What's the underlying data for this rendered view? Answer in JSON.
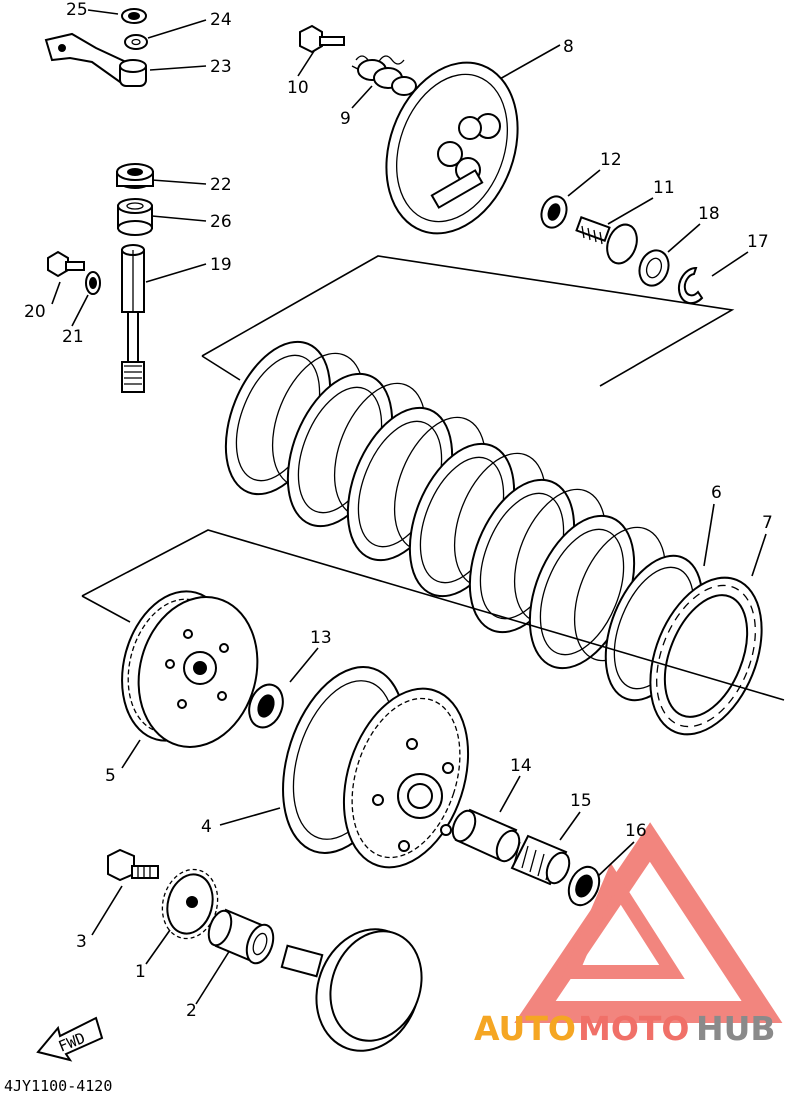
{
  "diagram": {
    "drawing_code": "4JY1100-4120",
    "fwd_label": "FWD",
    "watermark": {
      "part1": "AUTO",
      "part2": "MOTO",
      "part3": "HUB",
      "color_orange": "#f5a623",
      "color_red": "#f07068",
      "color_gray": "#8a8a8a"
    },
    "callouts": [
      {
        "id": "c1",
        "text": "1"
      },
      {
        "id": "c2",
        "text": "2"
      },
      {
        "id": "c3",
        "text": "3"
      },
      {
        "id": "c4",
        "text": "4"
      },
      {
        "id": "c5",
        "text": "5"
      },
      {
        "id": "c6",
        "text": "6"
      },
      {
        "id": "c7",
        "text": "7"
      },
      {
        "id": "c8",
        "text": "8"
      },
      {
        "id": "c9",
        "text": "9"
      },
      {
        "id": "c10",
        "text": "10"
      },
      {
        "id": "c11",
        "text": "11"
      },
      {
        "id": "c12",
        "text": "12"
      },
      {
        "id": "c13",
        "text": "13"
      },
      {
        "id": "c14",
        "text": "14"
      },
      {
        "id": "c15",
        "text": "15"
      },
      {
        "id": "c16",
        "text": "16"
      },
      {
        "id": "c17",
        "text": "17"
      },
      {
        "id": "c18",
        "text": "18"
      },
      {
        "id": "c19",
        "text": "19"
      },
      {
        "id": "c20",
        "text": "20"
      },
      {
        "id": "c21",
        "text": "21"
      },
      {
        "id": "c22",
        "text": "22"
      },
      {
        "id": "c23",
        "text": "23"
      },
      {
        "id": "c24",
        "text": "24"
      },
      {
        "id": "c25",
        "text": "25"
      },
      {
        "id": "c26",
        "text": "26"
      }
    ]
  }
}
